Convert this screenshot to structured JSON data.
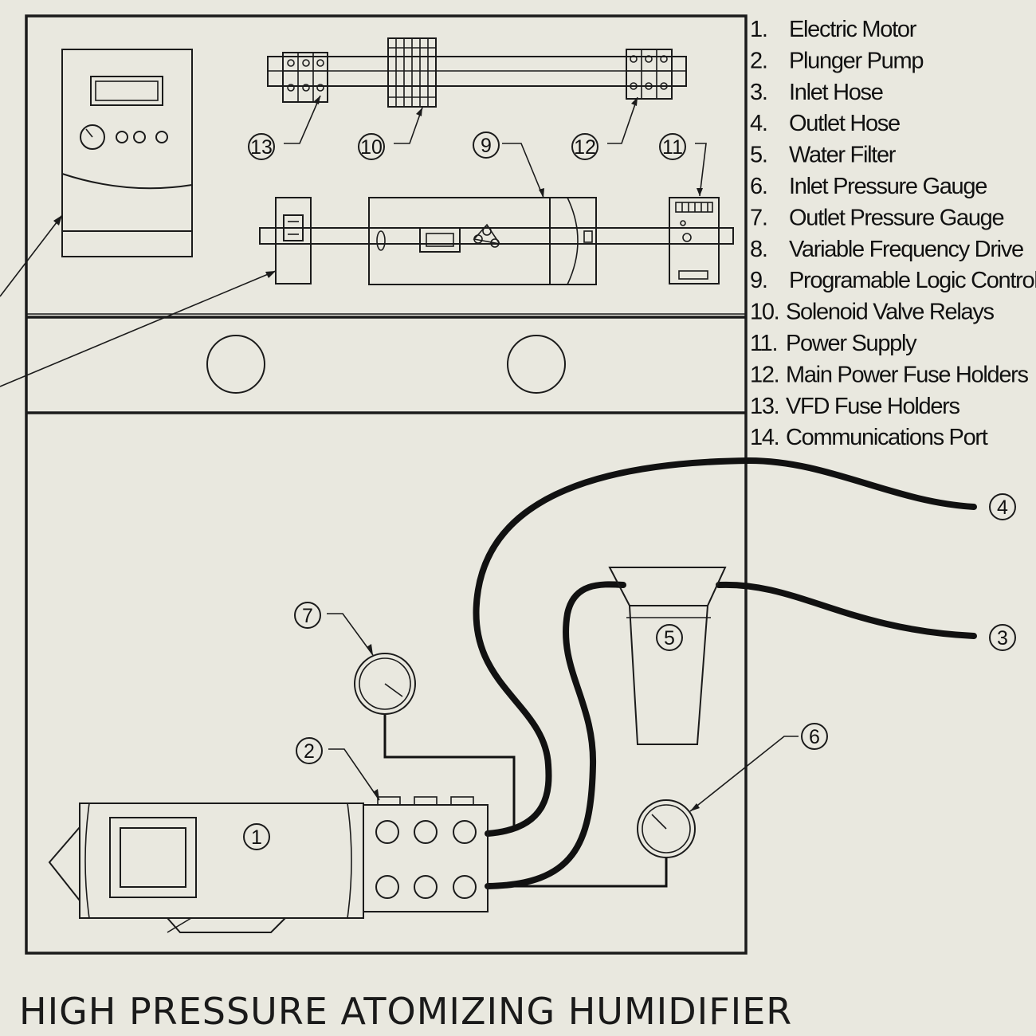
{
  "diagram": {
    "title": "HIGH PRESSURE ATOMIZING HUMIDIFIER",
    "legend": [
      {
        "num": "1.",
        "label": "Electric Motor"
      },
      {
        "num": "2.",
        "label": "Plunger Pump"
      },
      {
        "num": "3.",
        "label": "Inlet Hose"
      },
      {
        "num": "4.",
        "label": "Outlet Hose"
      },
      {
        "num": "5.",
        "label": "Water Filter"
      },
      {
        "num": "6.",
        "label": "Inlet Pressure Gauge"
      },
      {
        "num": "7.",
        "label": "Outlet Pressure Gauge"
      },
      {
        "num": "8.",
        "label": "Variable Frequency Drive"
      },
      {
        "num": "9.",
        "label": "Programable Logic Controller"
      },
      {
        "num": "10.",
        "label": "Solenoid Valve Relays"
      },
      {
        "num": "11.",
        "label": "Power Supply"
      },
      {
        "num": "12.",
        "label": "Main Power Fuse Holders"
      },
      {
        "num": "13.",
        "label": "VFD Fuse Holders"
      },
      {
        "num": "14.",
        "label": "Communications Port"
      }
    ],
    "callouts": {
      "motor": "1",
      "pump": "2",
      "inlet_hose": "3",
      "outlet_hose": "4",
      "filter": "5",
      "inlet_gauge": "6",
      "outlet_gauge": "7",
      "plc": "9",
      "relays": "10",
      "power_supply": "11",
      "main_fuses": "12",
      "vfd_fuses": "13"
    },
    "colors": {
      "background": "#e9e8df",
      "line": "#111111"
    }
  }
}
